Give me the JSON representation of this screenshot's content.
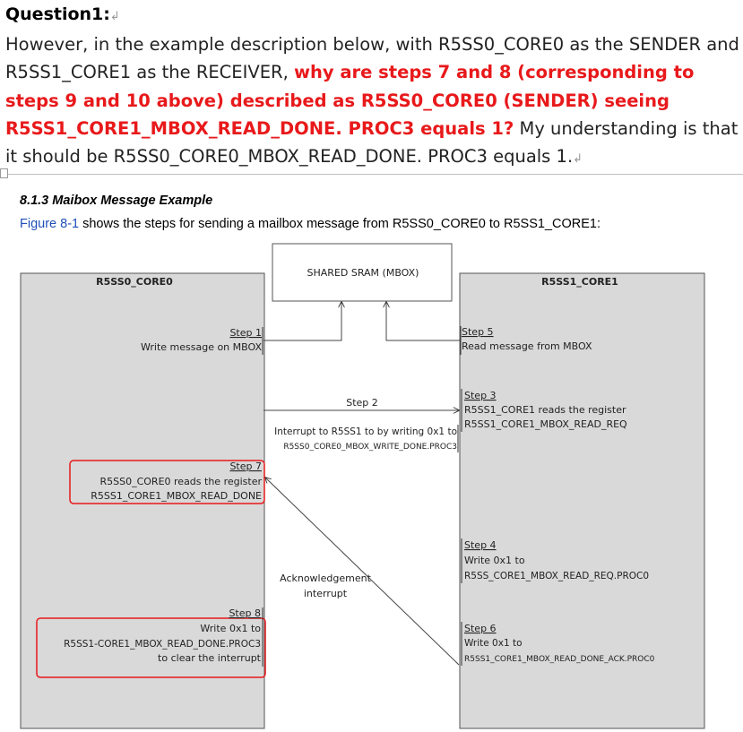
{
  "question": {
    "heading": "Question1:",
    "return_mark": "↲",
    "text_intro": "However, in the example description below, with R5SS0_CORE0 as the SENDER and R5SS1_CORE1 as the RECEIVER, ",
    "text_red": "why are steps 7 and 8 (corresponding to steps 9 and 10 above) described as R5SS0_CORE0 (SENDER) seeing R5SS1_CORE1_MBOX_READ_DONE. PROC3 equals 1?",
    "text_tail": " My understanding is that it should be R5SS0_CORE0_MBOX_READ_DONE. PROC3 equals 1."
  },
  "section": {
    "title": "8.1.3 Maibox Message Example",
    "figure_ref": "Figure 8-1",
    "description": " shows the steps for sending a mailbox message from R5SS0_CORE0 to R5SS1_CORE1:"
  },
  "diagram": {
    "left_core": "R5SS0_CORE0",
    "right_core": "R5SS1_CORE1",
    "shared": "SHARED SRAM (MBOX)",
    "step1": {
      "label": "Step 1",
      "text": "Write message on MBOX"
    },
    "step2": {
      "label": "Step 2",
      "line1": "Interrupt to R5SS1 to by writing 0x1 to",
      "line2": "R5SS0_CORE0_MBOX_WRITE_DONE.PROC3"
    },
    "step3": {
      "label": "Step 3",
      "line1": "R5SS1_CORE1 reads the register",
      "line2": "R5SS1_CORE1_MBOX_READ_REQ"
    },
    "step4": {
      "label": "Step 4",
      "line1": "Write 0x1 to",
      "line2": "R5SS_CORE1_MBOX_READ_REQ.PROC0"
    },
    "step5": {
      "label": "Step 5",
      "text": "Read message from MBOX"
    },
    "step6": {
      "label": "Step 6",
      "line1": "Write 0x1 to",
      "line2": "R5SS1_CORE1_MBOX_READ_DONE_ACK.PROC0"
    },
    "step7": {
      "label": "Step 7",
      "line1": "R5SS0_CORE0 reads the register",
      "line2": "R5SS1_CORE1_MBOX_READ_DONE"
    },
    "step8": {
      "label": "Step 8",
      "line1": "Write 0x1 to",
      "line2": "R5SS1-CORE1_MBOX_READ_DONE.PROC3",
      "line3": "to clear the interrupt"
    },
    "ack": {
      "line1": "Acknowledgement",
      "line2": "interrupt"
    }
  },
  "colors": {
    "highlight_red": "#e8191b",
    "core_fill": "#d9d9d9",
    "link_blue": "#1f4eb8"
  }
}
